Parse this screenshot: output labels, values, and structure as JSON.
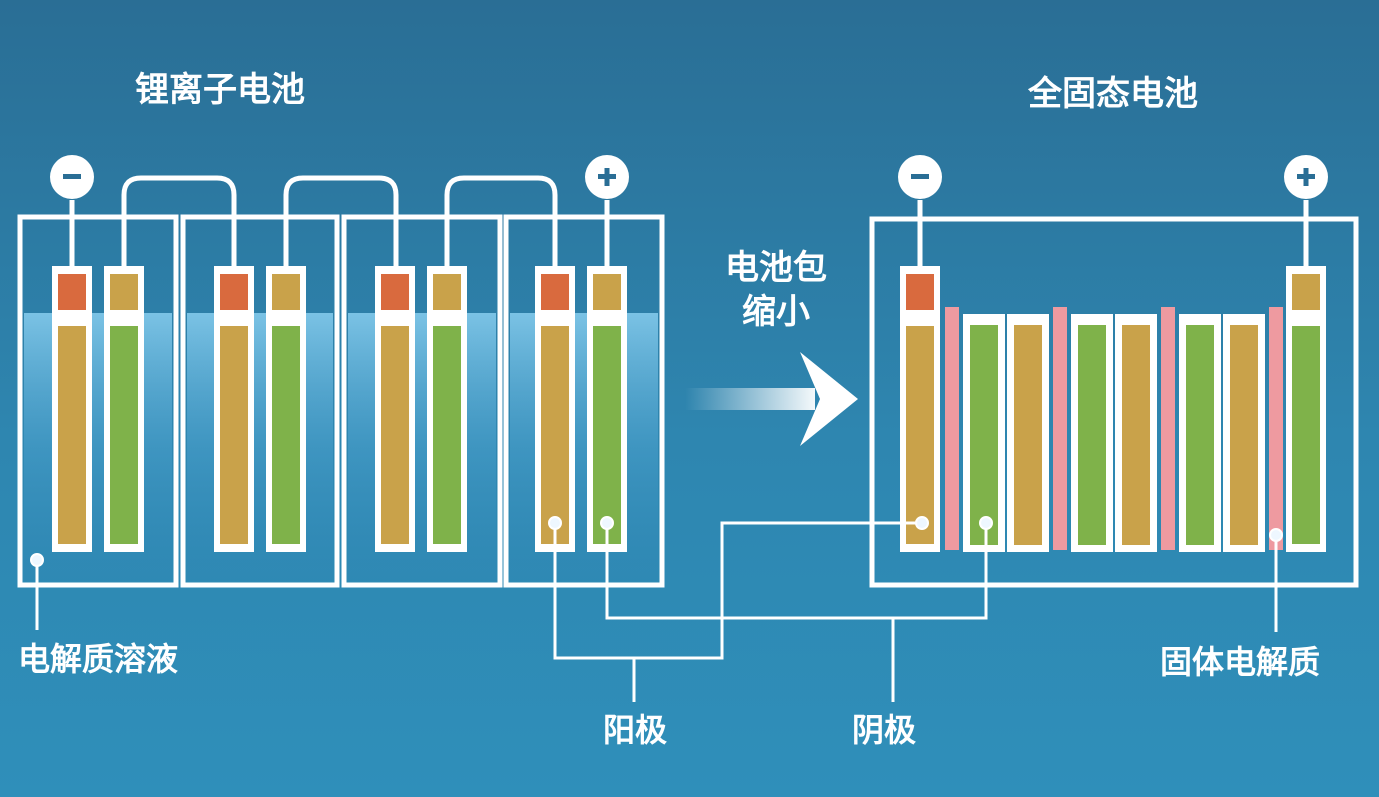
{
  "title_left": "锂离子电池",
  "title_right": "全固态电池",
  "arrow_label": "电池包缩小",
  "labels": {
    "electrolyte_solution": "电解质溶液",
    "solid_electrolyte": "固体电解质",
    "anode": "阳极",
    "cathode": "阴极"
  },
  "terminals": {
    "negative": "−",
    "positive": "+"
  },
  "colors": {
    "background": "#2a7aa3",
    "anode_fill": "#c9a24a",
    "cathode_fill": "#7fb24a",
    "anode_tab": "#d96a3e",
    "cathode_tab": "#c9a24a",
    "solid_electrolyte": "#ee9aa0",
    "liquid": "#7cc4e6",
    "lines": "#ffffff"
  }
}
